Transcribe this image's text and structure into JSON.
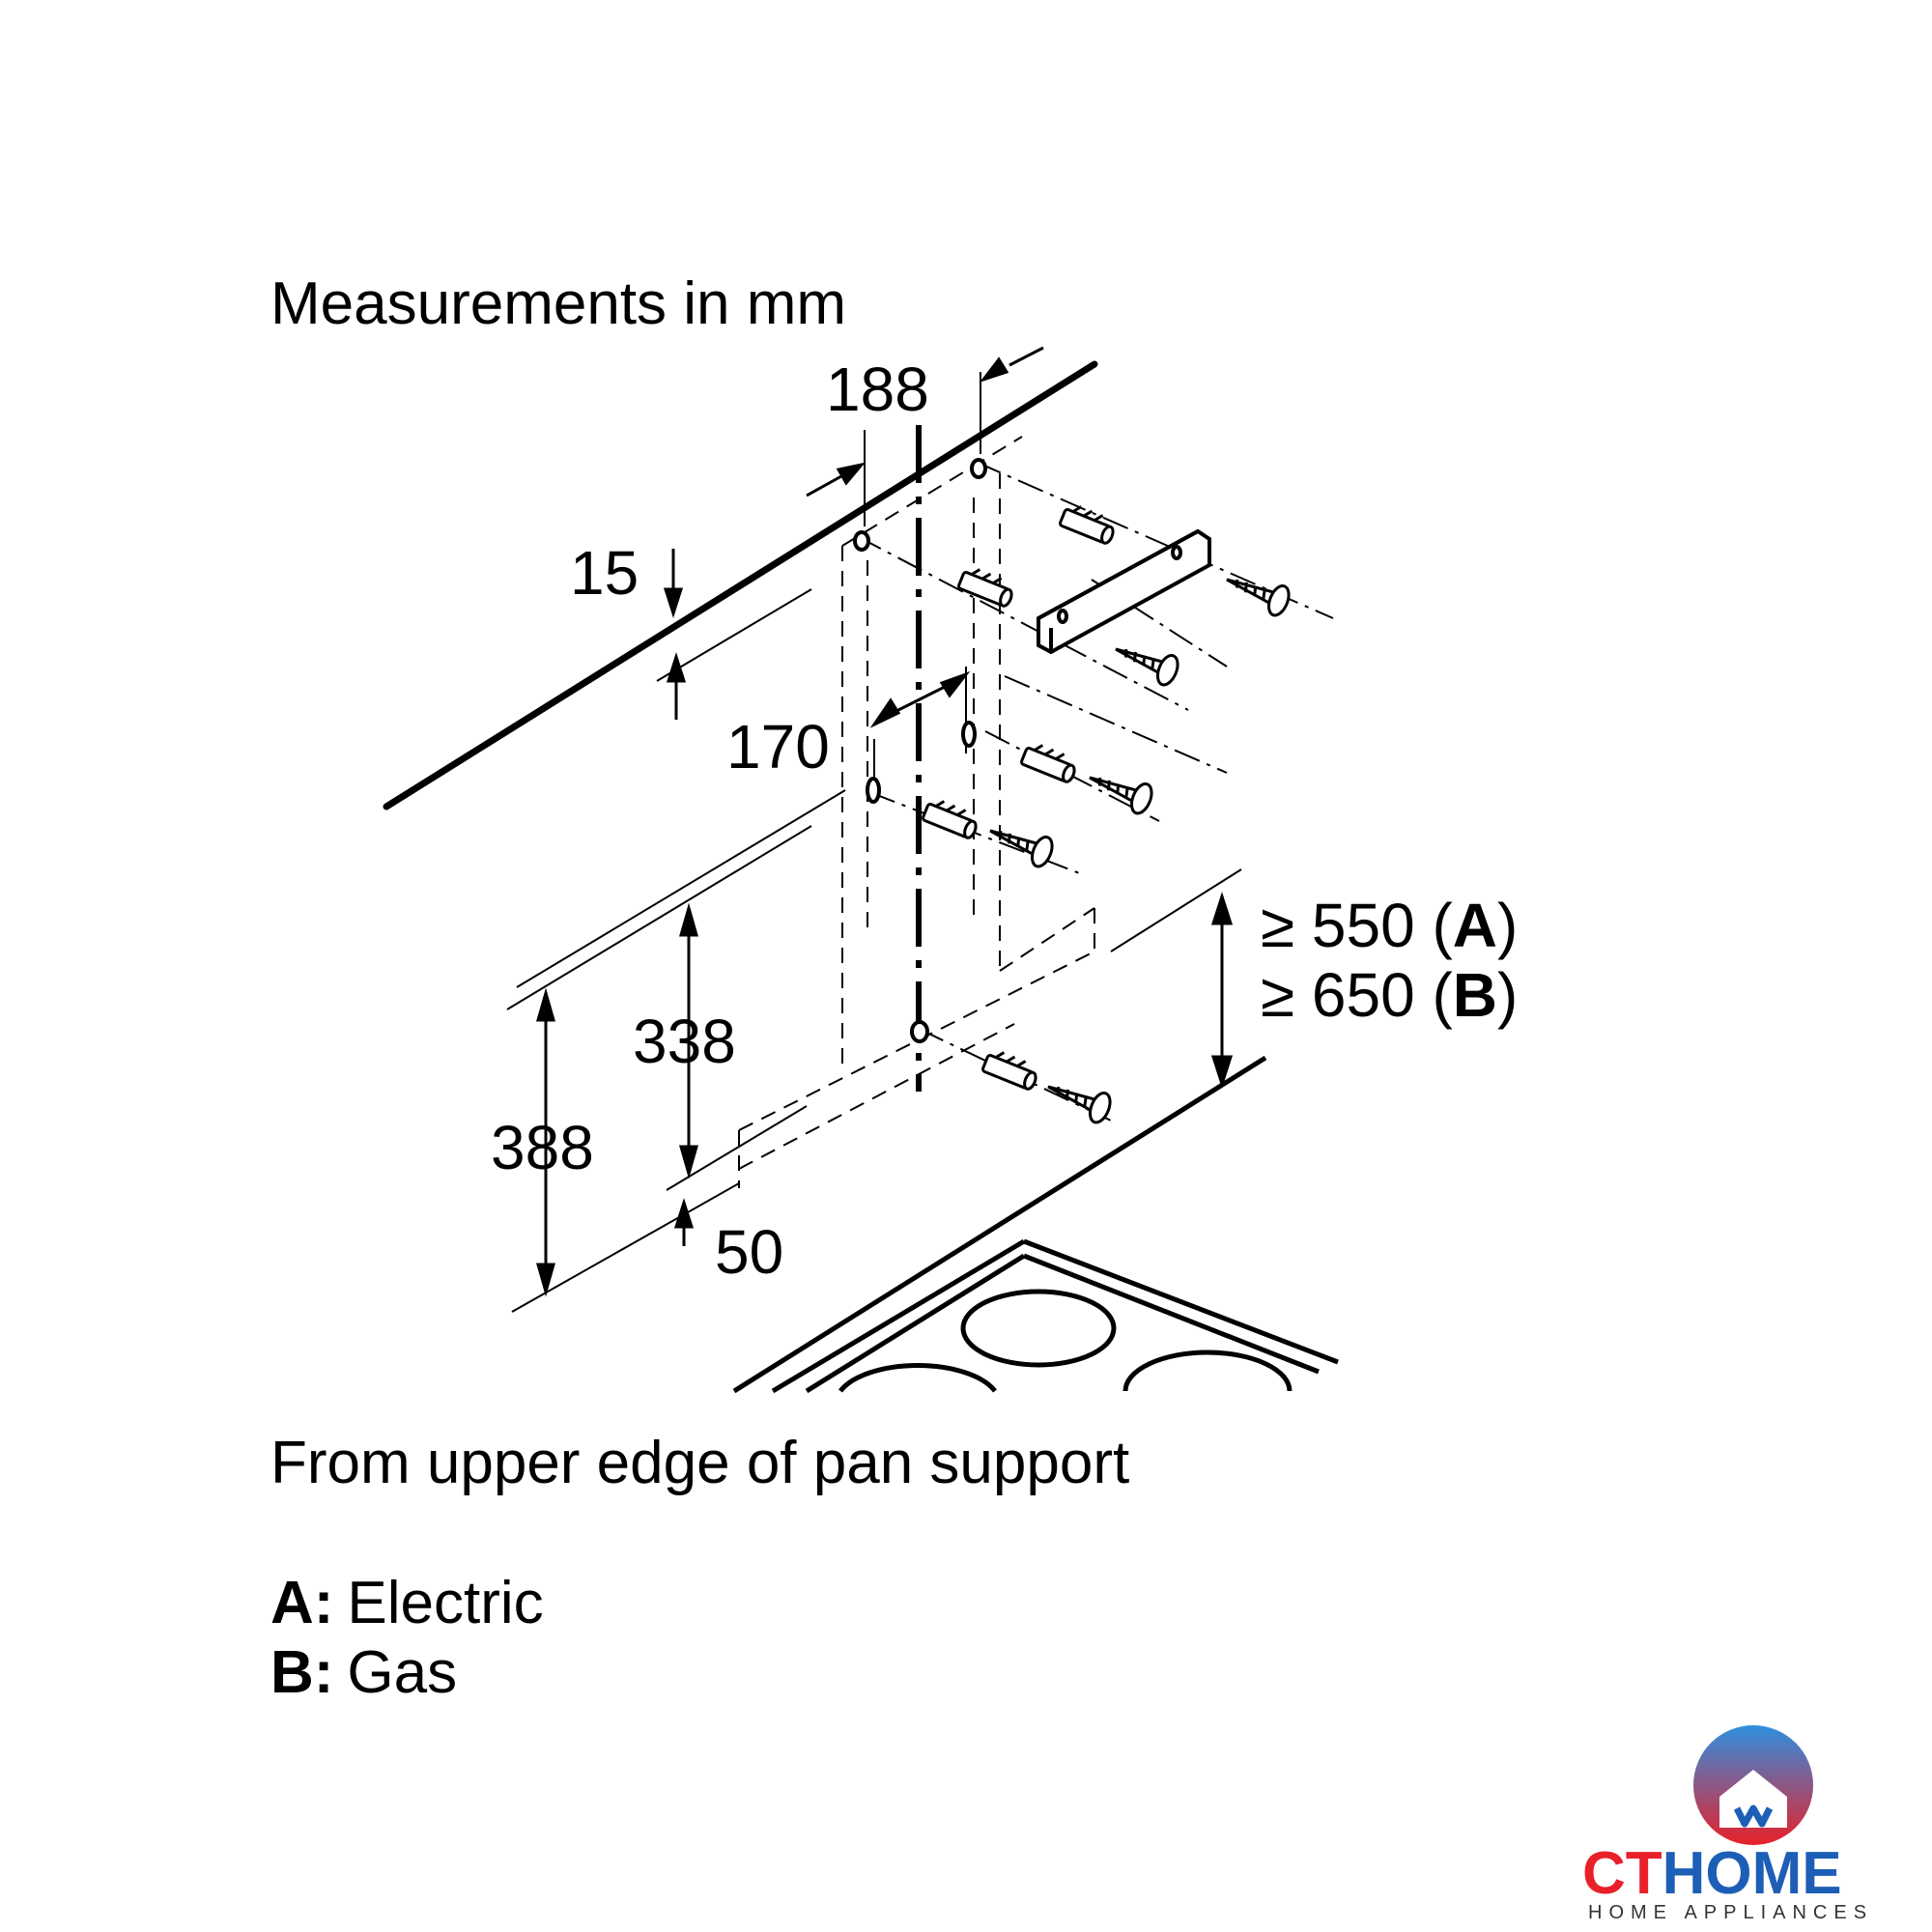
{
  "heading": "Measurements in mm",
  "dimensions": {
    "d188": "188",
    "d15": "15",
    "d170": "170",
    "d338": "338",
    "d388": "388",
    "d50": "50",
    "min_a": "≥ 550 (",
    "min_a_letter": "A",
    "min_a_close": ")",
    "min_b": "≥ 650 (",
    "min_b_letter": "B",
    "min_b_close": ")"
  },
  "note": "From upper edge of pan support",
  "legend": [
    {
      "key": "A:",
      "value": "Electric"
    },
    {
      "key": "B:",
      "value": "Gas"
    }
  ],
  "logo": {
    "brand": "CTHOME",
    "brand_red": "CT",
    "brand_blue": "HOME",
    "tagline": "HOME APPLIANCES",
    "colors": {
      "red": "#e8202a",
      "blue": "#1d5fb6",
      "gradient_top": "#2f8fe0",
      "gradient_bottom": "#e8202a"
    }
  }
}
